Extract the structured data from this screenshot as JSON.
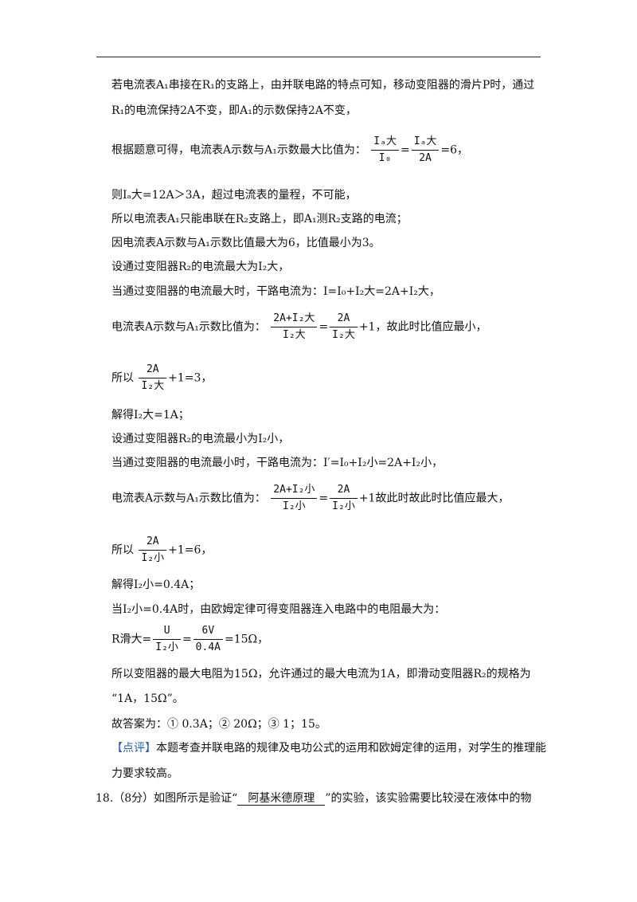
{
  "lines": {
    "l1": "若电流表A₁串接在R₁的支路上，由并联电路的特点可知，移动变阻器的滑片P时，通过",
    "l2": "R₁的电流保持2A不变，即A₁的示数保持2A不变，",
    "l3_prefix": "根据题意可得，电流表A示数与A₁示数最大比值为：",
    "l3_f1_num": "Iₐ大",
    "l3_f1_den": "I₀",
    "l3_eq": "=",
    "l3_f2_num": "Iₐ大",
    "l3_f2_den": "2A",
    "l3_suffix": "=6，",
    "l4": "则Iₐ大=12A＞3A，超过电流表的量程，不可能，",
    "l5": "所以电流表A₁只能串联在R₂支路上，即A₁测R₂支路的电流；",
    "l6": "因电流表A示数与A₁示数比值最大为6，比值最小为3。",
    "l7": "设通过变阻器R₂的电流最大为I₂大，",
    "l8": "当通过变阻器的电流最大时，干路电流为：I=I₀+I₂大=2A+I₂大，",
    "l9_prefix": "电流表A示数与A₁示数比值为：",
    "l9_f1_num": "2A+I₂大",
    "l9_f1_den": "I₂大",
    "l9_eq": "=",
    "l9_f2_num": "2A",
    "l9_f2_den": "I₂大",
    "l9_suffix": "+1，故此时比值应最小，",
    "l10_prefix": "所以",
    "l10_f_num": "2A",
    "l10_f_den": "I₂大",
    "l10_suffix": "+1=3，",
    "l11": "解得I₂大=1A；",
    "l12": "设通过变阻器R₂的电流最小为I₂小，",
    "l13": "当通过变阻器的电流最小时，干路电流为：I′=I₀+I₂小=2A+I₂小，",
    "l14_prefix": "电流表A示数与A₁示数比值为：",
    "l14_f1_num": "2A+I₂小",
    "l14_f1_den": "I₂小",
    "l14_eq": "=",
    "l14_f2_num": "2A",
    "l14_f2_den": "I₂小",
    "l14_suffix": "+1故此时故此时比值应最大，",
    "l15_prefix": "所以",
    "l15_f_num": "2A",
    "l15_f_den": "I₂小",
    "l15_suffix": "+1=6，",
    "l16": "解得I₂小=0.4A；",
    "l17": "当I₂小=0.4A时，由欧姆定律可得变阻器连入电路中的电阻最大为：",
    "l18_prefix": "R滑大=",
    "l18_f1_num": "U",
    "l18_f1_den": "I₂小",
    "l18_eq": "=",
    "l18_f2_num": "6V",
    "l18_f2_den": "0.4A",
    "l18_suffix": "=15Ω，",
    "l19": "所以变阻器的最大电阻为15Ω，允许通过的最大电流为1A，即滑动变阻器R₂的规格为",
    "l20": "“1A，15Ω”。",
    "l21": "故答案为：① 0.3A；② 20Ω；③ 1；15。",
    "l22_tag": "【点评】",
    "l22_rest": "本题考查并联电路的规律及电功公式的运用和欧姆定律的运用，对学生的推理能",
    "l23": "力要求较高。",
    "l24_prefix": "18.（8分）如图所示是验证“",
    "l24_blank": "阿基米德原理",
    "l24_suffix": "”的实验，该实验需要比较浸在液体中的物"
  }
}
